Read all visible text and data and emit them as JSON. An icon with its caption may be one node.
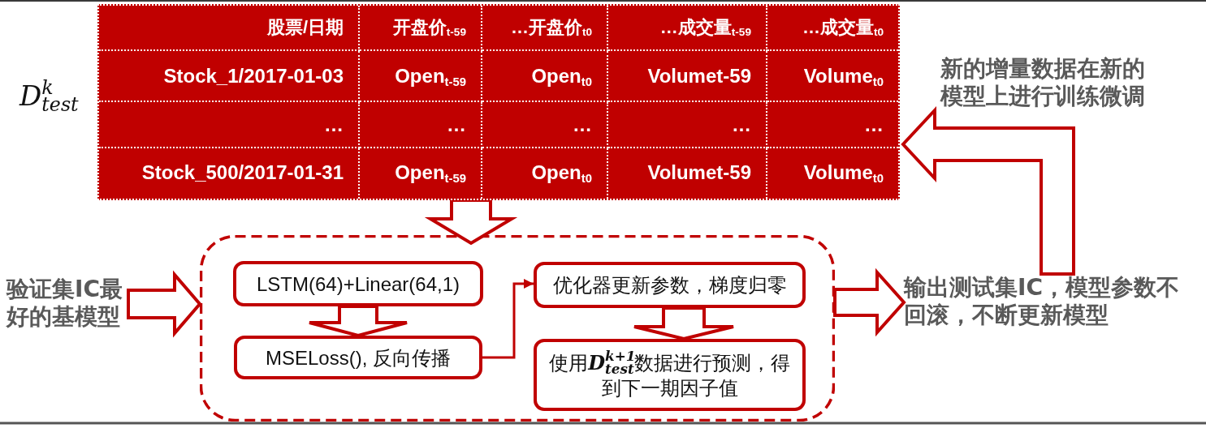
{
  "diagram": {
    "nodes": [
      {
        "text": [
          "股票/日期",
          "开盘价$_{t-59}$",
          "…开盘价$_{t0}$",
          "…成交量$_{t-59}$",
          "…成交量$_{t0}$",
          "Stock_1/2017-01-03",
          "Open$_{t-59}$",
          "Open$_{t0}$",
          "Volumet-59",
          "Volume$_{t0}$",
          "…",
          "…",
          "…",
          "…",
          "…",
          "Stock_500/2017-01-31",
          "Open$_{t-59}$",
          "Open$_{t0}$",
          "Volumet-59",
          "Volume$_{t0}$"
        ],
        "beside": [
          "D$^{k}$$_{test}$"
        ]
      },
      {
        "text": [
          "验证集IC最好的基模型"
        ]
      },
      {
        "text": [],
        "shape": "box"
      },
      {
        "text": [
          "LSTM(64)+Linear(64,1)"
        ],
        "in": 2
      },
      {
        "text": [
          "MSELoss(), 反向传播"
        ],
        "in": 2
      },
      {
        "text": [
          "优化器更新参数，梯度归零"
        ],
        "in": 2
      },
      {
        "text": [
          "使用D$^{k+1}$$_{test}$数据进行预测，得到下一期因子值"
        ],
        "in": 2
      },
      {
        "text": [
          "输出测试集IC，模型参数不回滚，不断更新模型"
        ]
      }
    ],
    "edges": [
      {
        "from": 0,
        "to": 2,
        "arrow": "to"
      },
      {
        "from": 1,
        "to": 2,
        "arrow": "to"
      },
      {
        "from": 3,
        "to": 4,
        "arrow": "to"
      },
      {
        "from": 4,
        "to": 5,
        "arrow": "to"
      },
      {
        "from": 5,
        "to": 6,
        "arrow": "to"
      },
      {
        "from": 2,
        "to": 7,
        "arrow": "to"
      },
      {
        "from": 7,
        "to": 0,
        "arrow": "to"
      }
    ],
    "labels": [
      "新的增量数据在新的模型上进行训练微调"
    ]
  }
}
